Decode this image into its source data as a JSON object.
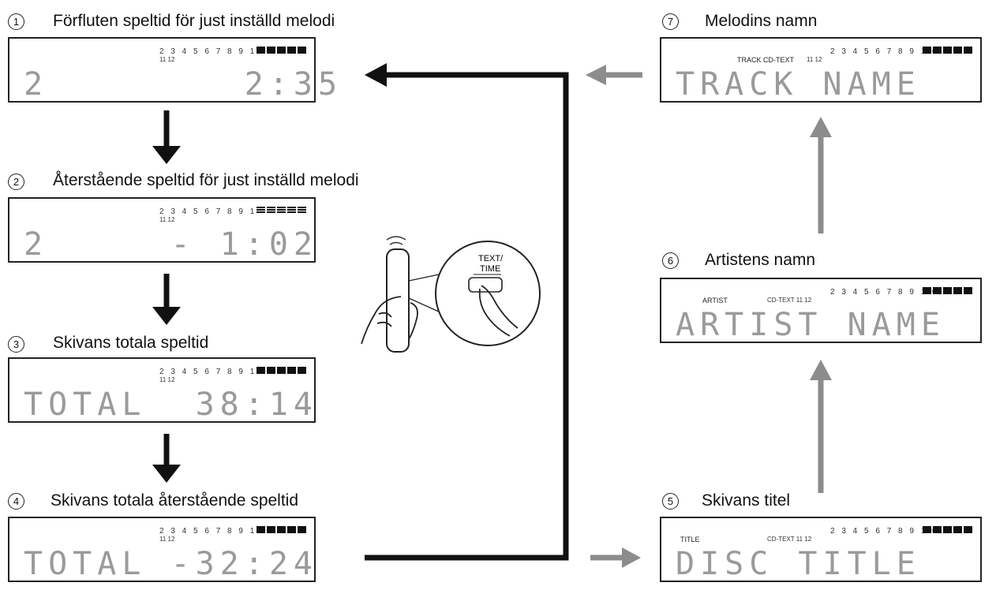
{
  "steps": [
    {
      "num": "1",
      "label": "Förfluten speltid för just inställd melodi",
      "display": "2        2:35",
      "indicator_digits": "2 3 4 5 6 7 8 9 1 0",
      "indicator_sub": "11 12",
      "striped": false
    },
    {
      "num": "2",
      "label": "Återstående speltid för just inställd melodi",
      "display": "2     - 1:02",
      "indicator_digits": "2 3 4 5 6 7 8 9 1 0",
      "indicator_sub": "11 12",
      "striped": true
    },
    {
      "num": "3",
      "label": "Skivans totala speltid",
      "display": "TOTAL  38:14",
      "indicator_digits": "2 3 4 5 6 7 8 9 1 0",
      "indicator_sub": "11 12",
      "striped": false
    },
    {
      "num": "4",
      "label": "Skivans totala återstående speltid",
      "display": "TOTAL -32:24",
      "indicator_digits": "2 3 4 5 6 7 8 9 1 0",
      "indicator_sub": "11 12",
      "striped": false
    },
    {
      "num": "5",
      "label": "Skivans titel",
      "display": "DISC TITLE",
      "indicator_digits": "2 3 4 5 6 7 8 9 1 0",
      "indicator_sub": "CD-TEXT 11 12",
      "small_left": "TITLE",
      "striped": false
    },
    {
      "num": "6",
      "label": "Artistens namn",
      "display": "ARTIST NAME",
      "indicator_digits": "2 3 4 5 6 7 8 9 1 0",
      "indicator_sub": "CD-TEXT 11 12",
      "small_left": "ARTIST",
      "striped": false
    },
    {
      "num": "7",
      "label": "Melodins namn",
      "display": "TRACK NAME",
      "indicator_digits": "2 3 4 5 6 7 8 9 1 0",
      "indicator_sub": "11 12",
      "small_left": "TRACK CD-TEXT",
      "striped": false
    }
  ],
  "remote": {
    "button_label_line1": "TEXT/",
    "button_label_line2": "TIME"
  },
  "colors": {
    "primary_arrow": "#111111",
    "secondary_arrow": "#8c8c8c",
    "lcd_text": "#9a9a9a"
  }
}
